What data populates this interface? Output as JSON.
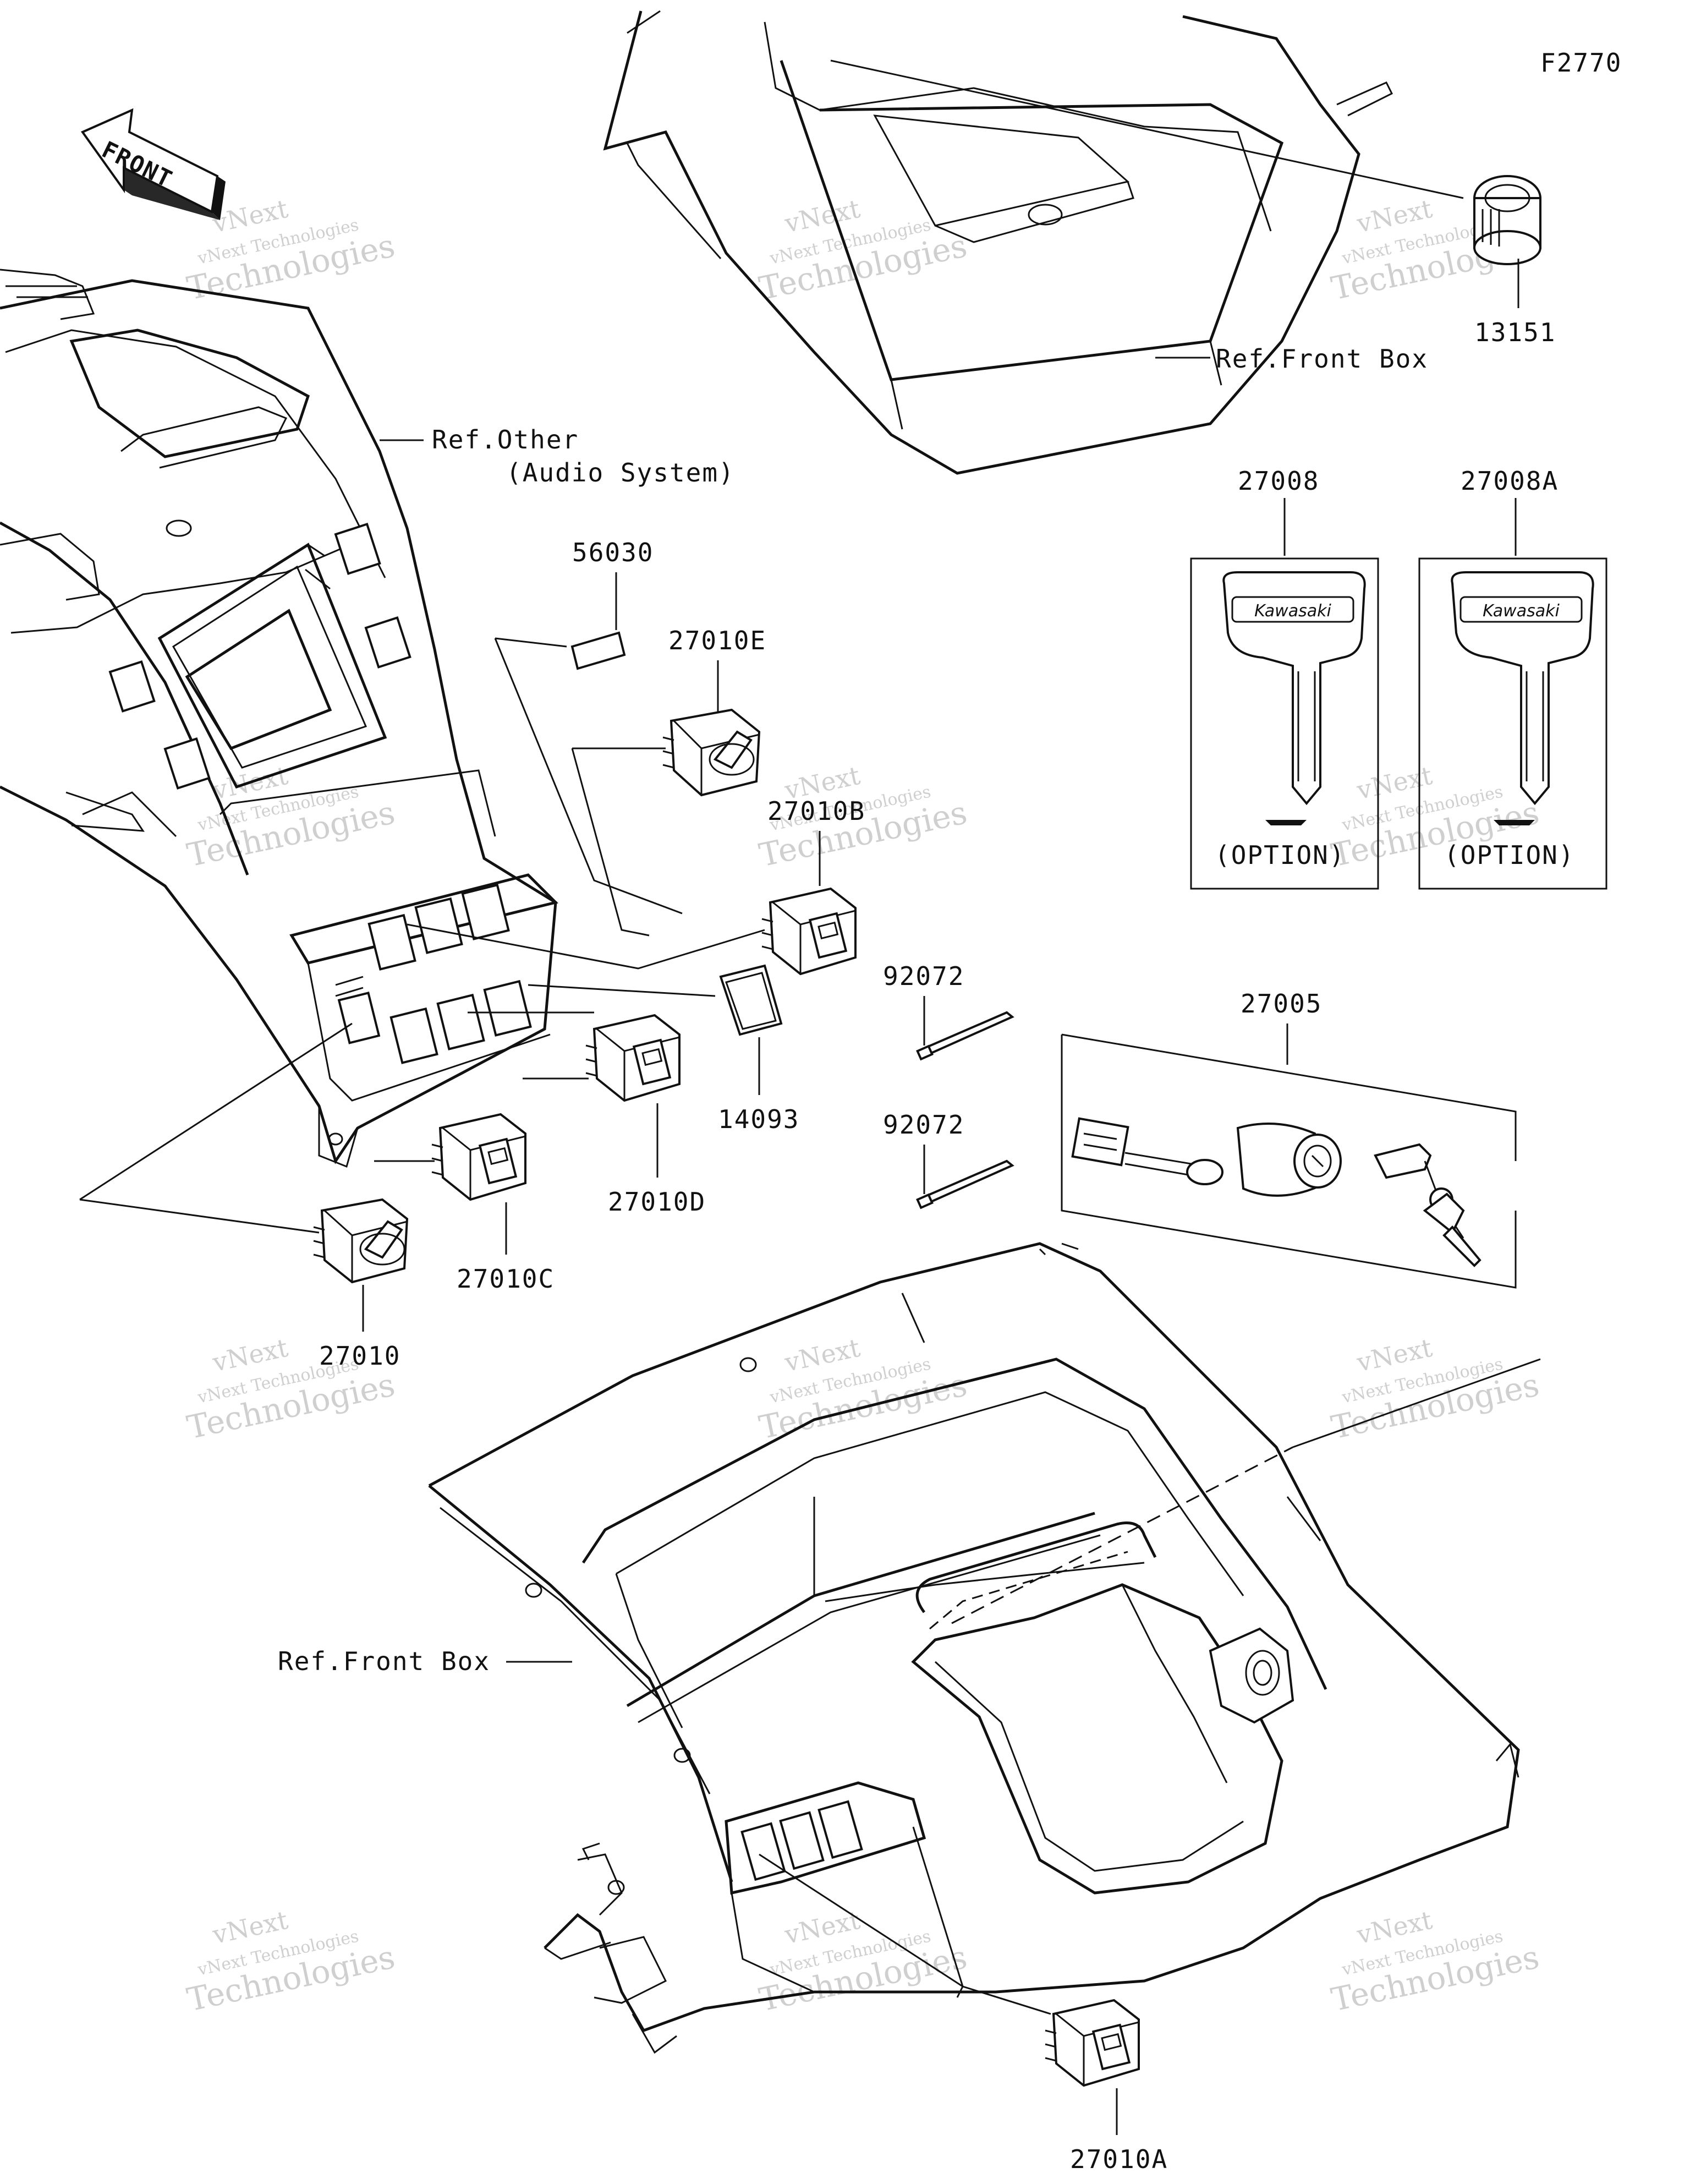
{
  "figure_code": "F2770",
  "front_arrow_label": "FRONT",
  "ref_labels": {
    "front_box_top": "Ref.Front Box",
    "other_line1": "Ref.Other",
    "other_line2": "(Audio System)",
    "front_box_bottom": "Ref.Front Box"
  },
  "parts": {
    "p13151": "13151",
    "p27008": "27008",
    "p27008A": "27008A",
    "p56030": "56030",
    "p27010E": "27010E",
    "p27010B": "27010B",
    "p92072a": "92072",
    "p92072b": "92072",
    "p27005": "27005",
    "p14093": "14093",
    "p27010D": "27010D",
    "p27010C": "27010C",
    "p27010": "27010",
    "p27010A": "27010A"
  },
  "key_cards": {
    "option_left": "(OPTION)",
    "option_right": "(OPTION)",
    "brand_left": "Kawasaki",
    "brand_right": "Kawasaki"
  },
  "watermark": {
    "line1": "vNext",
    "line2": "vNext Technologies",
    "line3": "Technologies"
  },
  "colors": {
    "ink": "#111111",
    "paper": "#ffffff",
    "watermark": "#cfcfcf"
  }
}
